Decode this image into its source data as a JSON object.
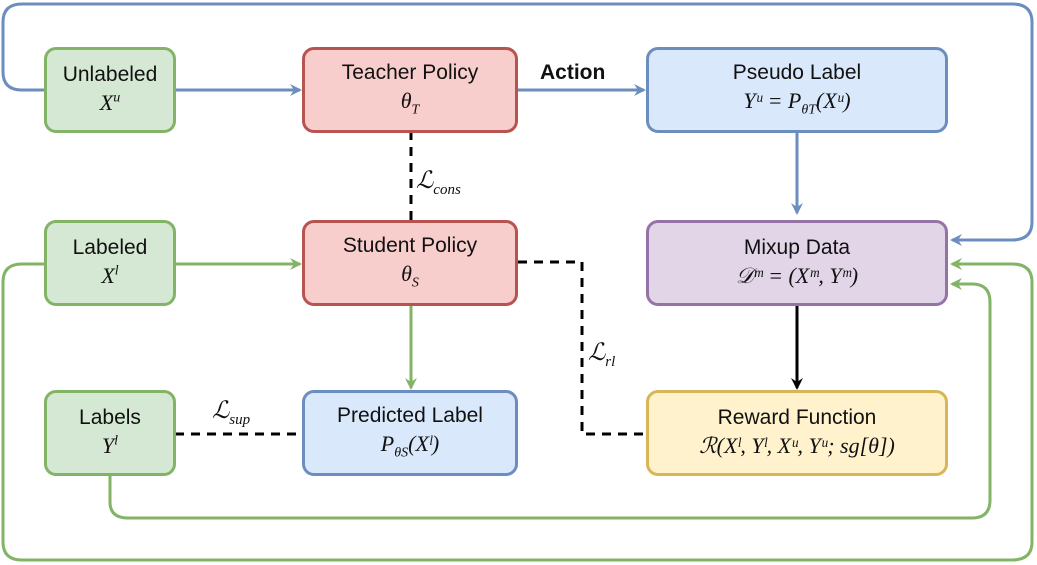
{
  "nodes": {
    "unlabeled": {
      "title": "Unlabeled",
      "math_base": "X",
      "math_sup": "u"
    },
    "teacher": {
      "title": "Teacher Policy",
      "math_base": "θ",
      "math_sub": "T"
    },
    "pseudo": {
      "title": "Pseudo Label",
      "math": "Yᵘ = P",
      "math_sub": "θT",
      "math_tail": "(Xᵘ)"
    },
    "labeled": {
      "title": "Labeled",
      "math_base": "X",
      "math_sup": "l"
    },
    "student": {
      "title": "Student Policy",
      "math_base": "θ",
      "math_sub": "S"
    },
    "mixup": {
      "title": "Mixup Data",
      "math": "𝒟ᵐ = (Xᵐ, Yᵐ)"
    },
    "labels": {
      "title": "Labels",
      "math_base": "Y",
      "math_sup": "l"
    },
    "predicted": {
      "title": "Predicted Label",
      "math": "P",
      "math_sub": "θS",
      "math_tail": "(Xˡ)"
    },
    "reward": {
      "title": "Reward Function",
      "math": "ℛ(Xˡ, Yˡ, Xᵘ, Yᵘ; sg[θ])"
    }
  },
  "edge_labels": {
    "action": "Action",
    "l_cons_base": "ℒ",
    "l_cons_sub": "cons",
    "l_rl_base": "ℒ",
    "l_rl_sub": "rl",
    "l_sup_base": "ℒ",
    "l_sup_sub": "sup"
  },
  "colors": {
    "blue_edge": "#6c8ebf",
    "green_edge": "#82b366",
    "dashed": "#000000"
  }
}
